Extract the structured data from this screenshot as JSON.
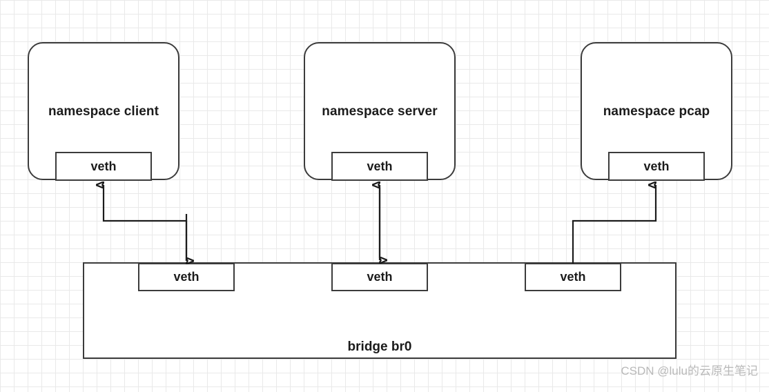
{
  "diagram": {
    "title": "linux network namespace bridge topology",
    "colors": {
      "stroke": "#3b3b3b",
      "text": "#1b1b1b",
      "grid_minor": "#e9e9e9",
      "grid_major": "#dcdcdc",
      "watermark": "#b9b9b9",
      "background": "#ffffff"
    },
    "namespaces": [
      {
        "id": "client",
        "label": "namespace client",
        "interface": {
          "label": "veth"
        }
      },
      {
        "id": "server",
        "label": "namespace server",
        "interface": {
          "label": "veth"
        }
      },
      {
        "id": "pcap",
        "label": "namespace pcap",
        "interface": {
          "label": "veth"
        }
      }
    ],
    "bridge": {
      "id": "br0",
      "label": "bridge br0",
      "ports": [
        {
          "label": "veth"
        },
        {
          "label": "veth"
        },
        {
          "label": "veth"
        }
      ]
    },
    "links": [
      {
        "id": "client-link",
        "from": "bridge.port.0",
        "to": "namespace.client.veth",
        "style": "orthogonal",
        "arrows": "both-ends"
      },
      {
        "id": "server-link",
        "from": "bridge.port.1",
        "to": "namespace.server.veth",
        "style": "straight-vertical",
        "arrows": "double"
      },
      {
        "id": "pcap-link",
        "from": "bridge.port.2",
        "to": "namespace.pcap.veth",
        "style": "orthogonal",
        "arrows": "single-up"
      }
    ],
    "watermark": "CSDN @lulu的云原生笔记"
  }
}
